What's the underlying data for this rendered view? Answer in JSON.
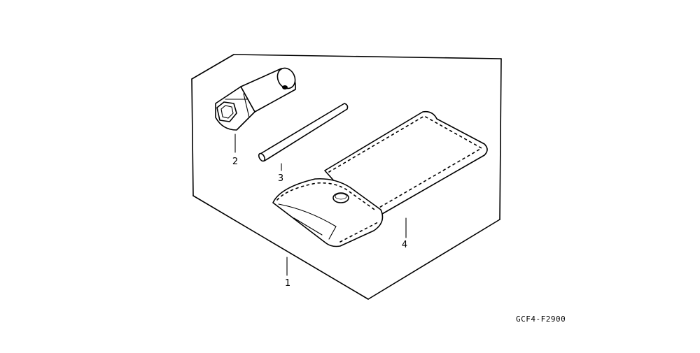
{
  "parts": [
    {
      "ref": "1",
      "name": "tool-kit-assembly"
    },
    {
      "ref": "2",
      "name": "spark-plug-wrench"
    },
    {
      "ref": "3",
      "name": "wrench-handle-bar"
    },
    {
      "ref": "4",
      "name": "tool-pouch"
    }
  ],
  "drawing_code": "GCF4-F2900"
}
